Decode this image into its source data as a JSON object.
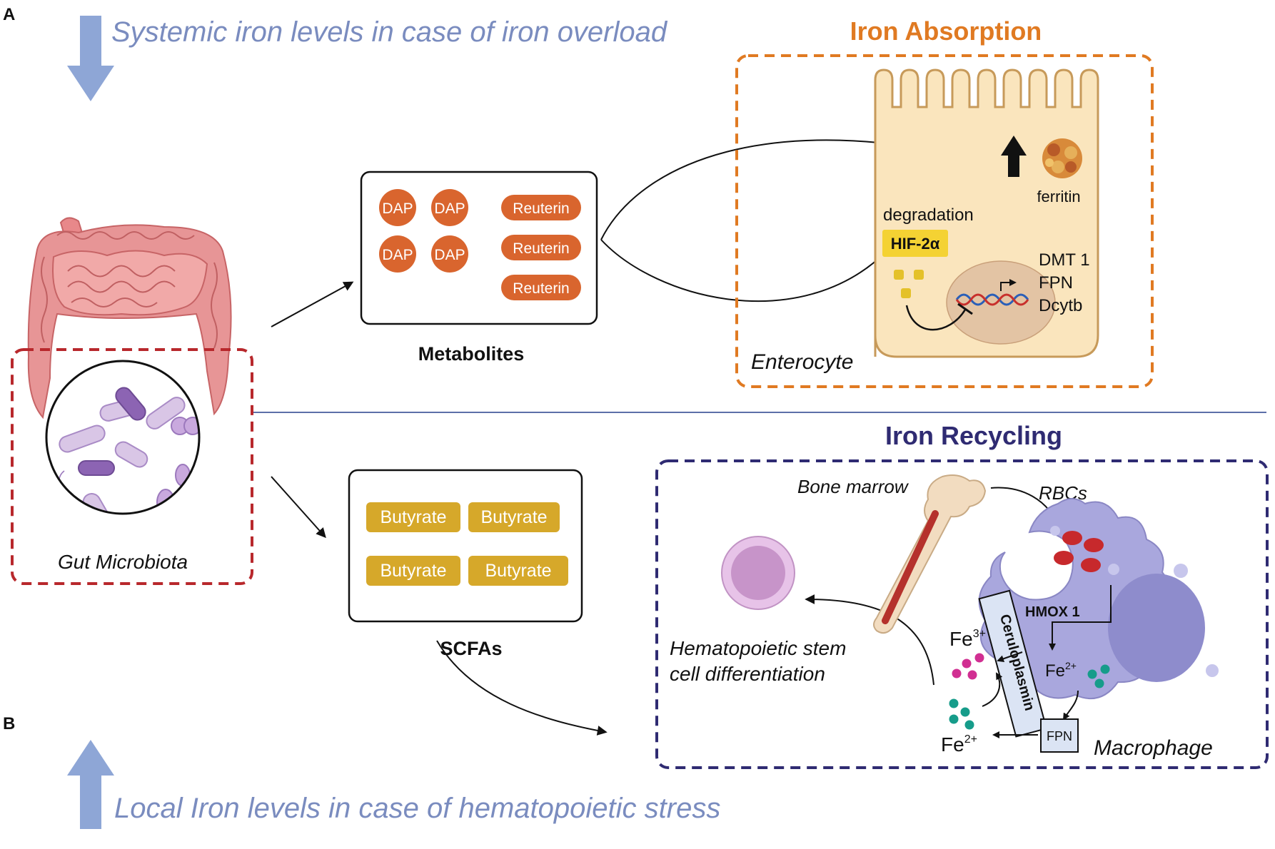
{
  "panel_labels": {
    "a": "A",
    "b": "B"
  },
  "top_note": "Systemic iron levels in case of iron overload",
  "bottom_note": "Local Iron levels in case of hematopoietic stress",
  "gut": {
    "label": "Gut Microbiota"
  },
  "metabolites": {
    "caption": "Metabolites",
    "dap": [
      "DAP",
      "DAP",
      "DAP",
      "DAP"
    ],
    "reuterin": [
      "Reuterin",
      "Reuterin",
      "Reuterin"
    ]
  },
  "scfas": {
    "caption": "SCFAs",
    "butyrate": [
      "Butyrate",
      "Butyrate",
      "Butyrate",
      "Butyrate"
    ]
  },
  "absorption": {
    "title": "Iron Absorption",
    "ferritin": "ferritin",
    "degradation": "degradation",
    "hif": "HIF-2α",
    "genes": [
      "DMT 1",
      "FPN",
      "Dcytb"
    ],
    "enterocyte": "Enterocyte"
  },
  "recycling": {
    "title": "Iron Recycling",
    "bone_marrow": "Bone marrow",
    "rbcs": "RBCs",
    "hmox": "HMOX 1",
    "ceruloplasmin": "Ceruloplasmin",
    "fe3_base": "Fe",
    "fe3_sup": "3+",
    "fe2_inner_base": "Fe",
    "fe2_inner_sup": "2+",
    "fe2_out_base": "Fe",
    "fe2_out_sup": "2+",
    "fpn": "FPN",
    "macrophage": "Macrophage",
    "hsc_line1": "Hematopoietic stem",
    "hsc_line2": "cell differentiation"
  },
  "colors": {
    "note": "#7a8cbf",
    "arrow_blue": "#8ea6d6",
    "absorption_orange": "#e07a22",
    "recycling_navy": "#2f2b72",
    "gut_red": "#b8282c",
    "dap_orange": "#d9652e",
    "butyrate_gold": "#d6a82a",
    "enterocyte_fill": "#fae5bd",
    "macrophage_fill": "#a9a7dd"
  }
}
